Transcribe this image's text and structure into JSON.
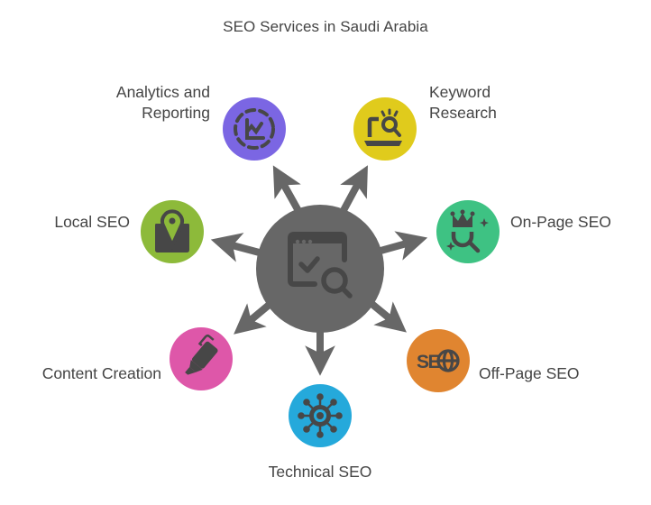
{
  "title": "SEO Services in Saudi Arabia",
  "hub": {
    "icon": "browser-check-search-icon",
    "color": "#676767",
    "icon_color": "#474747"
  },
  "items": [
    {
      "label_line1": "Analytics and",
      "label_line2": "Reporting",
      "icon": "analytics-chart-icon",
      "color": "#7B66E3"
    },
    {
      "label_line1": "Keyword",
      "label_line2": "Research",
      "icon": "laptop-search-icon",
      "color": "#E0CB1C"
    },
    {
      "label": "On-Page SEO",
      "icon": "crown-search-icon",
      "color": "#3EC283"
    },
    {
      "label": "Off-Page SEO",
      "icon": "seo-globe-icon",
      "color": "#E08530"
    },
    {
      "label": "Technical SEO",
      "icon": "network-eye-icon",
      "color": "#25A9DB"
    },
    {
      "label": "Content Creation",
      "icon": "highlighter-pen-icon",
      "color": "#DE57A9"
    },
    {
      "label": "Local SEO",
      "icon": "map-pin-icon",
      "color": "#8DBA3A"
    }
  ],
  "colors": {
    "arrow": "#676767",
    "icon_dark": "#474747",
    "text": "#444444"
  }
}
